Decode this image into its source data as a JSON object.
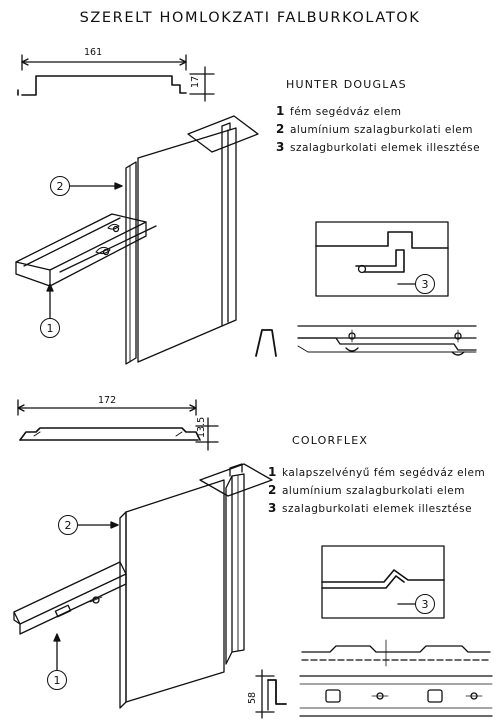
{
  "title": "SZERELT HOMLOKZATI FALBURKOLATOK",
  "hunter": {
    "brand": "HUNTER DOUGLAS",
    "dim_width": "161",
    "dim_height": "17",
    "legend": [
      {
        "num": "1",
        "text": "fém segédváz elem"
      },
      {
        "num": "2",
        "text": "alumínium szalagburkolati elem"
      },
      {
        "num": "3",
        "text": "szalagburkolati elemek illesztése"
      }
    ],
    "callouts": [
      "2",
      "1",
      "3"
    ]
  },
  "colorflex": {
    "brand": "COLORFLEX",
    "dim_width": "172",
    "dim_height": "13.5",
    "dim_rail": "58",
    "legend": [
      {
        "num": "1",
        "text": "kalapszelvényű fém segédváz elem"
      },
      {
        "num": "2",
        "text": "alumínium szalagburkolati elem"
      },
      {
        "num": "3",
        "text": "szalagburkolati elemek illesztése"
      }
    ],
    "callouts": [
      "2",
      "1",
      "3"
    ]
  }
}
